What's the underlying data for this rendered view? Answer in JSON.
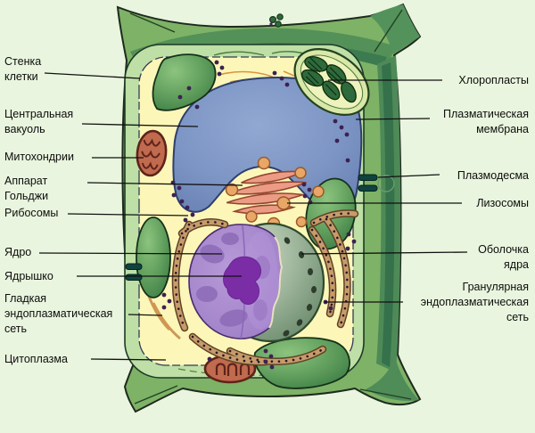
{
  "figure": {
    "type": "plant-cell-diagram",
    "language": "ru"
  },
  "labels": {
    "cell_wall": "Стенка\nклетки",
    "central_vacuole": "Центральная\nвакуоль",
    "mitochondria": "Митохондрии",
    "golgi": "Аппарат\nГольджи",
    "ribosomes": "Рибосомы",
    "nucleus": "Ядро",
    "nucleolus": "Ядрышко",
    "smooth_er": "Гладкая\nэндоплазматическая\nсеть",
    "cytoplasm": "Цитоплазма",
    "chloroplasts": "Хлоропласты",
    "plasma_membrane": "Плазматическая\nмембрана",
    "plasmodesma": "Плазмодесма",
    "lysosomes": "Лизосомы",
    "nuclear_envelope": "Оболочка\nядра",
    "rough_er": "Гранулярная\nэндоплазматическая\nсеть"
  },
  "colors": {
    "background": "#e9f5de",
    "wall_green": "#7eb266",
    "wall_dark_green": "#4e8a57",
    "membrane_band": "#bedfa6",
    "cytoplasm": "#fcf7b8",
    "vacuole_blue": "#7d95c4",
    "nucleus_purple": "#a98fd0",
    "nucleolus_purple": "#7b2da6",
    "nuclear_envelope": "#8aa68a",
    "chloroplast_green": "#4f8c52",
    "mitochondrion_red": "#b55a49",
    "golgi_pink": "#ec9b85",
    "er_tan": "#c79b6a",
    "vesicle_orange": "#e8a766",
    "ribosome_dot": "#3c2152",
    "label_line": "#111111"
  }
}
